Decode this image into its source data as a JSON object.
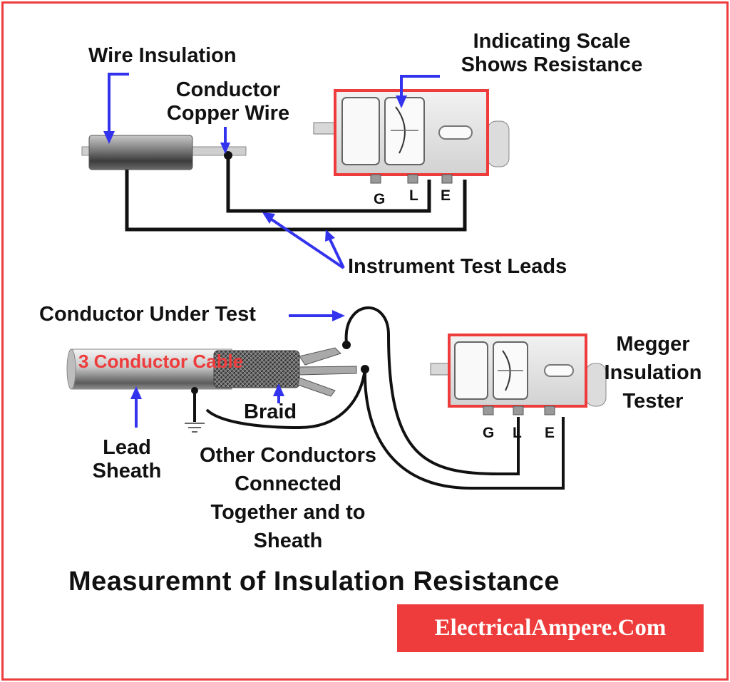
{
  "colors": {
    "frame": "#ee3b3b",
    "arrow": "#3333ee",
    "meter_outline": "#ee3b3b",
    "cable_label": "#ee3b3b",
    "brand_bg": "#ee3b3b",
    "brand_text": "#ffffff",
    "wire": "#111111"
  },
  "top_diagram": {
    "labels": {
      "wire_insulation": "Wire Insulation",
      "conductor_line1": "Conductor",
      "conductor_line2": "Copper Wire",
      "scale_line1": "Indicating Scale",
      "scale_line2": "Shows Resistance",
      "test_leads": "Instrument Test Leads"
    },
    "terminals": [
      "G",
      "L",
      "E"
    ]
  },
  "bottom_diagram": {
    "labels": {
      "conductor_under_test": "Conductor Under Test",
      "cable": "3 Conductor Cable",
      "braid": "Braid",
      "lead_line1": "Lead",
      "lead_line2": "Sheath",
      "other_line1": "Other Conductors",
      "other_line2": "Connected",
      "other_line3": "Together and to",
      "other_line4": "Sheath",
      "megger_line1": "Megger",
      "megger_line2": "Insulation",
      "megger_line3": "Tester"
    },
    "terminals": [
      "G",
      "L",
      "E"
    ]
  },
  "title": "Measuremnt of Insulation Resistance",
  "brand": "ElectricalAmpere.Com"
}
